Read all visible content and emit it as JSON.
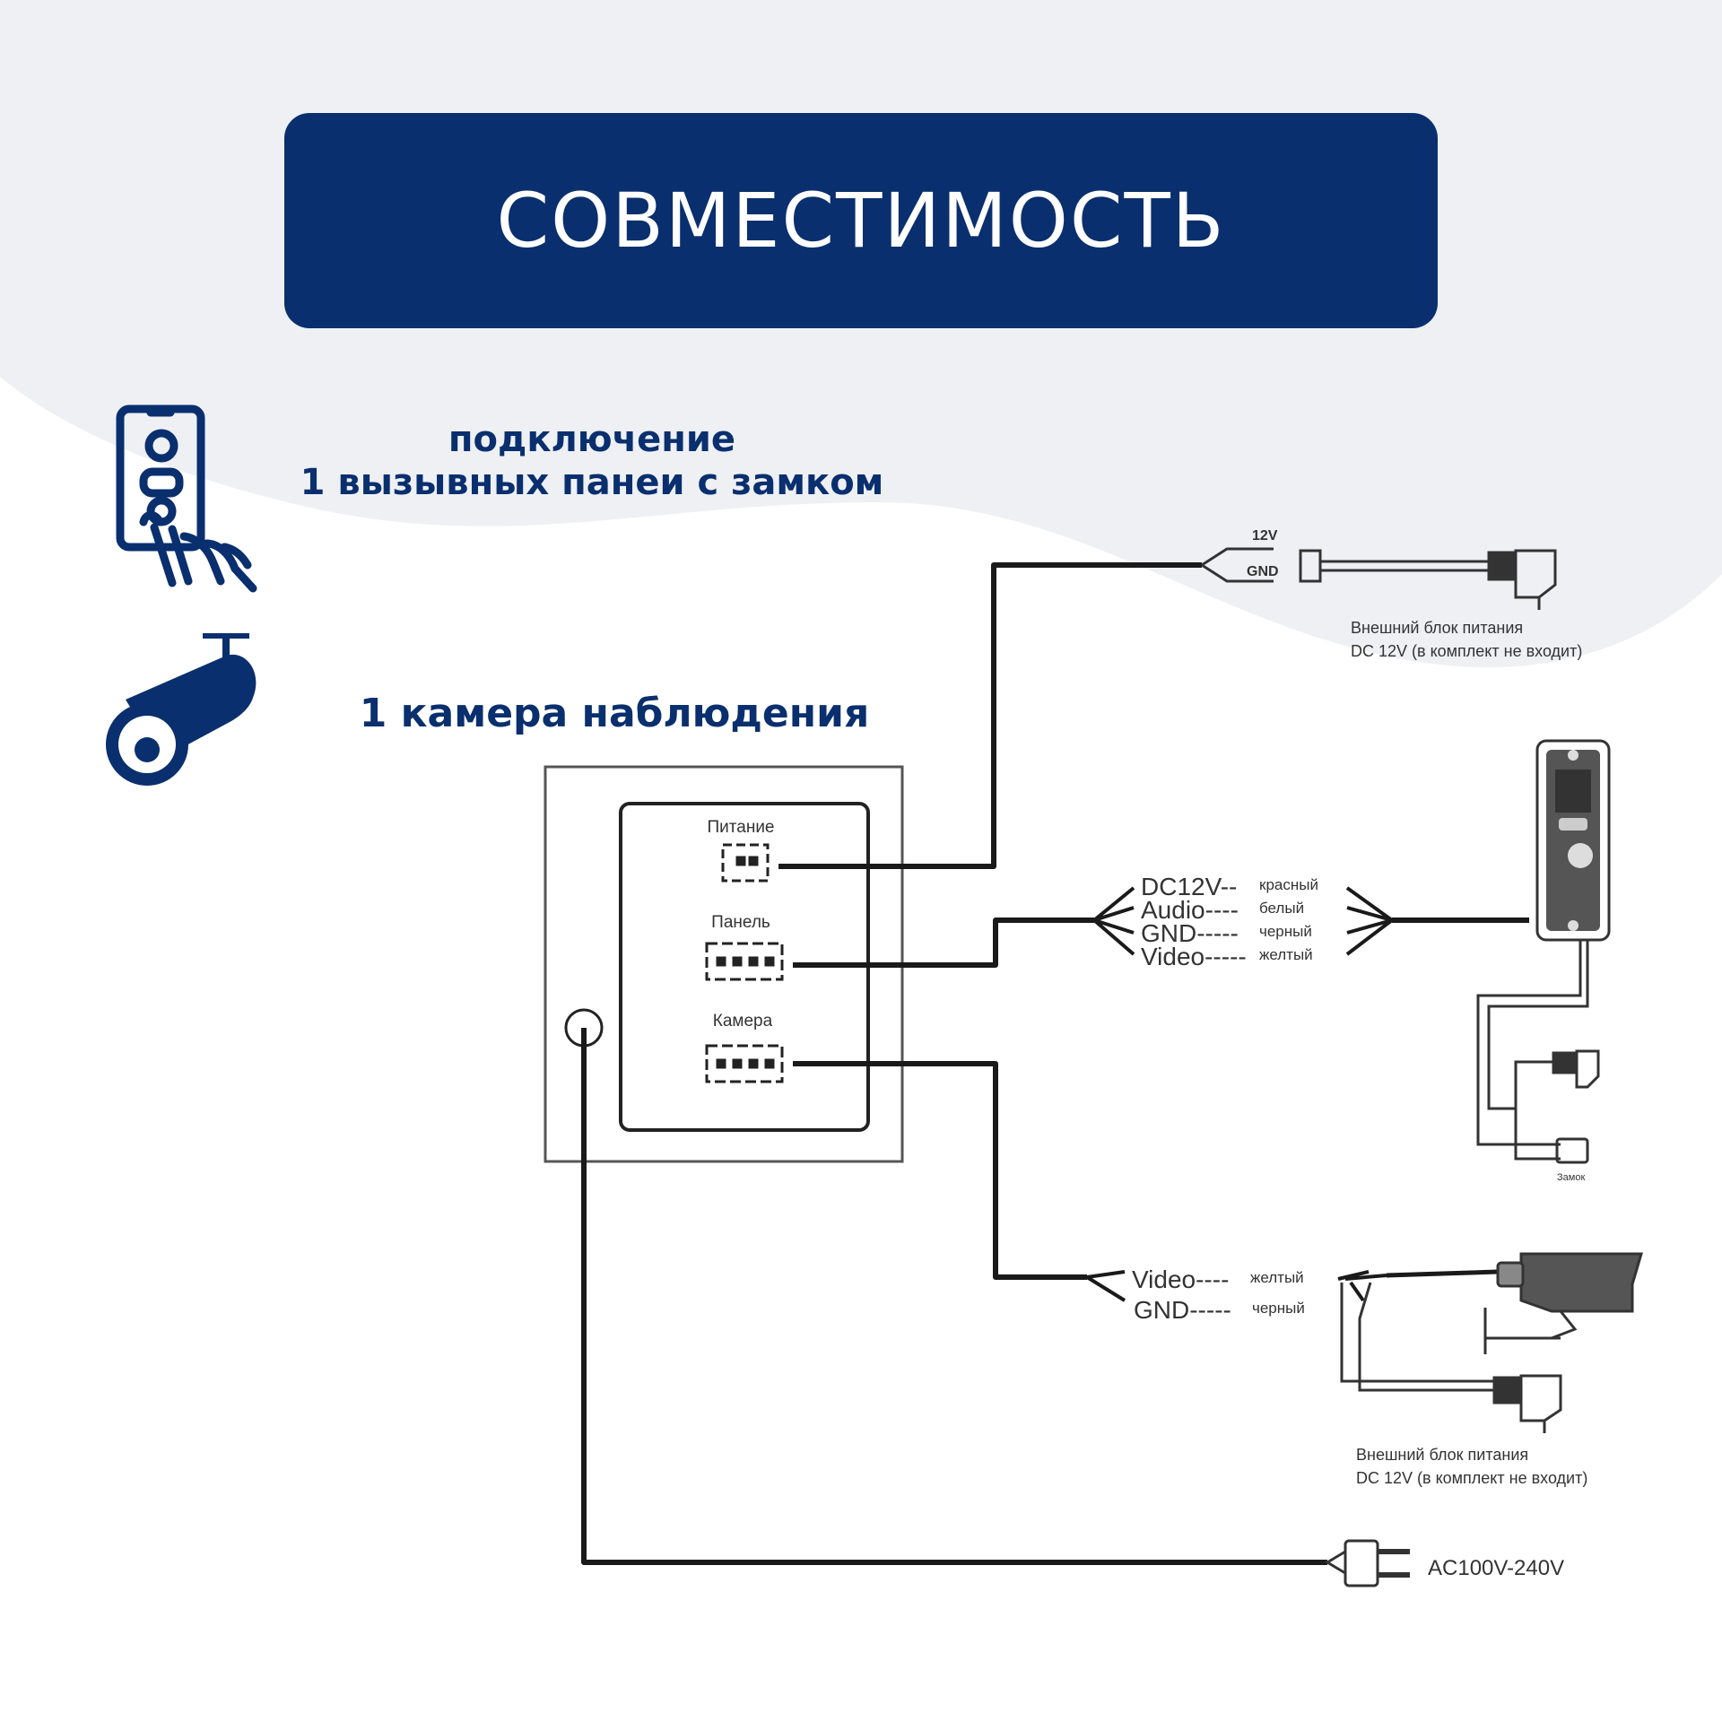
{
  "header": {
    "title": "СОВМЕСТИМОСТЬ"
  },
  "features": {
    "panel_line1": "подключение",
    "panel_line2": "1 вызывных панеи с замком",
    "camera": "1 камера наблюдения"
  },
  "monitor": {
    "port_power": "Питание",
    "port_panel": "Панель",
    "port_camera": "Камера"
  },
  "power_supply_top": {
    "pin_12v": "12V",
    "pin_gnd": "GND",
    "caption_line1": "Внешний блок питания",
    "caption_line2": "DC 12V (в комплект не входит)"
  },
  "panel_wires": [
    {
      "signal": "DC12V--",
      "color": "красный"
    },
    {
      "signal": "Audio----",
      "color": "белый"
    },
    {
      "signal": "GND-----",
      "color": "черный"
    },
    {
      "signal": "Video-----",
      "color": "желтый"
    }
  ],
  "lock_label": "Замок",
  "camera_wires": [
    {
      "signal": "Video----",
      "color": "желтый"
    },
    {
      "signal": "GND-----",
      "color": "черный"
    }
  ],
  "power_supply_bottom": {
    "caption_line1": "Внешний блок питания",
    "caption_line2": "DC 12V (в комплект не входит)"
  },
  "mains_label": "AC100V-240V",
  "colors": {
    "brand": "#0a2f6e",
    "background_wave": "#eef0f4",
    "wire": "#1a1a1a"
  }
}
